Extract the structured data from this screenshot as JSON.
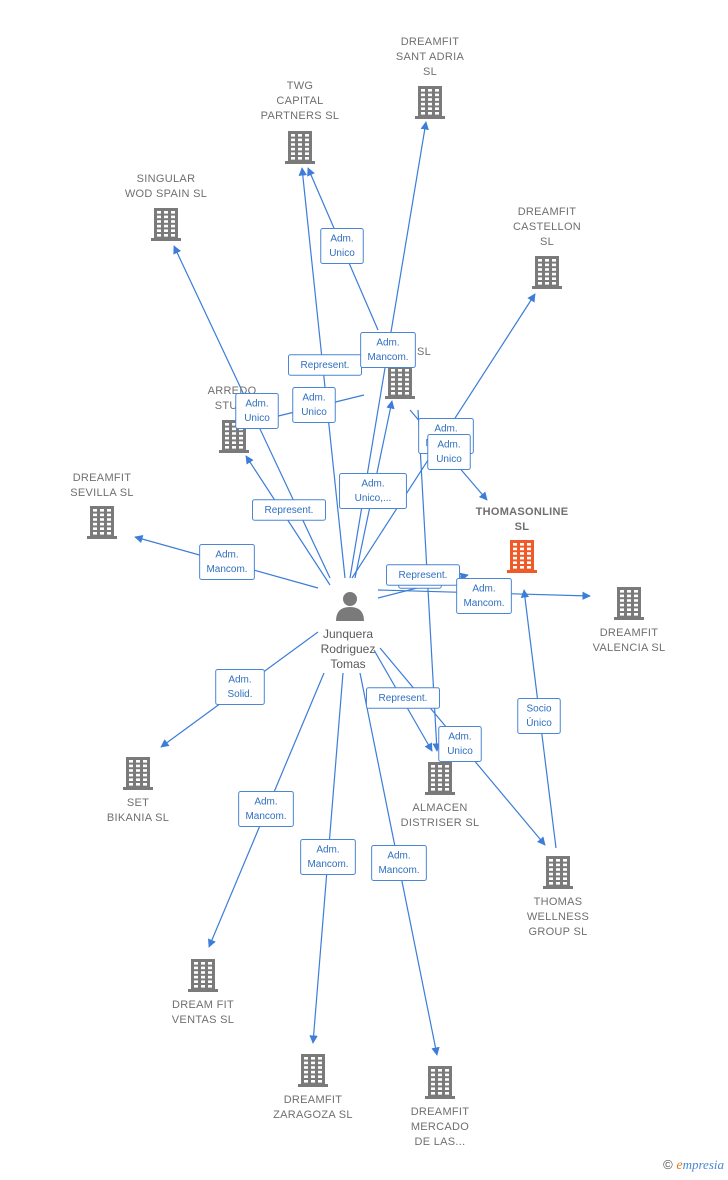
{
  "person": {
    "name_lines": [
      "Junquera",
      "Rodriguez",
      "Tomas"
    ]
  },
  "companies": [
    {
      "id": "sant-adria",
      "lines": [
        "DREAMFIT",
        "SANT ADRIA",
        "SL"
      ]
    },
    {
      "id": "twg",
      "lines": [
        "TWG",
        "CAPITAL",
        "PARTNERS  SL"
      ]
    },
    {
      "id": "singular",
      "lines": [
        "SINGULAR",
        "WOD SPAIN  SL"
      ]
    },
    {
      "id": "castellon",
      "lines": [
        "DREAMFIT",
        "CASTELLON",
        "SL"
      ]
    },
    {
      "id": "center-sl",
      "lines": [
        "SL"
      ]
    },
    {
      "id": "arredo",
      "lines": [
        "ARREDO",
        "STUDI"
      ]
    },
    {
      "id": "sevilla",
      "lines": [
        "DREAMFIT",
        "SEVILLA  SL"
      ]
    },
    {
      "id": "thomasonline",
      "lines": [
        "THOMASONLINE",
        "SL"
      ],
      "highlight": true
    },
    {
      "id": "valencia",
      "lines": [
        "DREAMFIT",
        "VALENCIA  SL"
      ]
    },
    {
      "id": "bikania",
      "lines": [
        "SET",
        "BIKANIA  SL"
      ]
    },
    {
      "id": "distriser",
      "lines": [
        "ALMACEN",
        "DISTRISER  SL"
      ]
    },
    {
      "id": "wellness",
      "lines": [
        "THOMAS",
        "WELLNESS",
        "GROUP SL"
      ]
    },
    {
      "id": "ventas",
      "lines": [
        "DREAM FIT",
        "VENTAS  SL"
      ]
    },
    {
      "id": "zaragoza",
      "lines": [
        "DREAMFIT",
        "ZARAGOZA  SL"
      ]
    },
    {
      "id": "mercado",
      "lines": [
        "DREAMFIT",
        "MERCADO",
        "DE LAS..."
      ]
    }
  ],
  "edge_labels": [
    {
      "id": "lbl-twg",
      "lines": [
        "Adm.",
        "Unico"
      ]
    },
    {
      "id": "lbl-represent-top",
      "lines": [
        "Represent."
      ]
    },
    {
      "id": "lbl-mancom-top",
      "lines": [
        "Adm.",
        "Mancom."
      ]
    },
    {
      "id": "lbl-unico-center",
      "lines": [
        "Adm.",
        "Unico"
      ]
    },
    {
      "id": "lbl-unico-arredo",
      "lines": [
        "Adm.",
        "Unico"
      ]
    },
    {
      "id": "lbl-represent-arredo",
      "lines": [
        "Represent."
      ]
    },
    {
      "id": "lbl-unico-dots",
      "lines": [
        "Adm.",
        "Unico,..."
      ]
    },
    {
      "id": "lbl-adm-back",
      "lines": [
        "Adm.",
        "Mancom."
      ]
    },
    {
      "id": "lbl-unico-thomas",
      "lines": [
        "Adm.",
        "Unico"
      ]
    },
    {
      "id": "lbl-mancom-sevilla",
      "lines": [
        "Adm.",
        "Mancom."
      ]
    },
    {
      "id": "lbl-unico-small",
      "lines": [
        "Unico"
      ]
    },
    {
      "id": "lbl-represent-right",
      "lines": [
        "Represent."
      ]
    },
    {
      "id": "lbl-mancom-valencia",
      "lines": [
        "Adm.",
        "Mancom."
      ]
    },
    {
      "id": "lbl-solid",
      "lines": [
        "Adm.",
        "Solid."
      ]
    },
    {
      "id": "lbl-represent-low",
      "lines": [
        "Represent."
      ]
    },
    {
      "id": "lbl-unico-distriser",
      "lines": [
        "Adm.",
        "Unico"
      ]
    },
    {
      "id": "lbl-socio",
      "lines": [
        "Socio",
        "Único"
      ]
    },
    {
      "id": "lbl-mancom-ventas",
      "lines": [
        "Adm.",
        "Mancom."
      ]
    },
    {
      "id": "lbl-mancom-zaragoza",
      "lines": [
        "Adm.",
        "Mancom."
      ]
    },
    {
      "id": "lbl-mancom-mercado",
      "lines": [
        "Adm.",
        "Mancom."
      ]
    }
  ],
  "colors": {
    "edge": "#3b7dd8",
    "building": "#7a7a7a",
    "building_highlight": "#f05a28",
    "person": "#7a7a7a"
  },
  "footer": {
    "copyright": "©",
    "brand_e": "e",
    "brand_rest": "mpresia"
  }
}
